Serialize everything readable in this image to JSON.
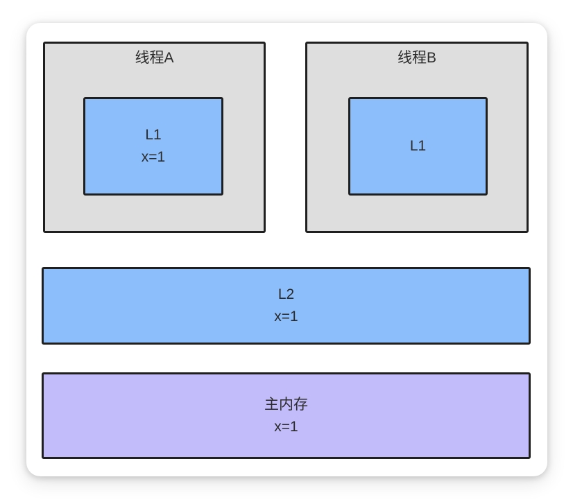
{
  "diagram": {
    "title": "cache-coherence-memory-hierarchy",
    "threads": [
      {
        "label": "线程A",
        "cache": {
          "name": "L1",
          "value": "x=1"
        }
      },
      {
        "label": "线程B",
        "cache": {
          "name": "L1"
        }
      }
    ],
    "l2_cache": {
      "name": "L2",
      "value": "x=1"
    },
    "main_memory": {
      "name": "主内存",
      "value": "x=1"
    },
    "colors": {
      "thread_box_bg": "#dedede",
      "cache_bg": "#8cbefb",
      "memory_bg": "#c2bdfa",
      "border": "#1f1f1f",
      "text": "#2b2b2b",
      "card_bg": "#ffffff"
    }
  }
}
